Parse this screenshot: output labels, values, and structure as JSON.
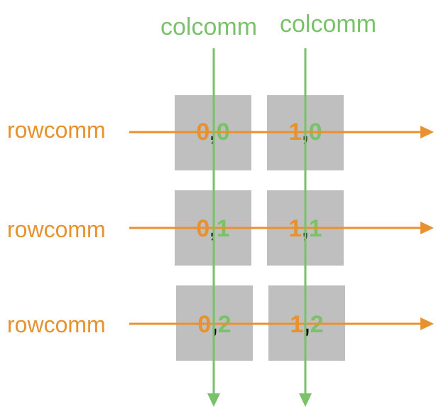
{
  "colors": {
    "row": "#e8912f",
    "col": "#7ac26a",
    "cell_bg": "#bfbfbf",
    "separator": "#000000"
  },
  "labels": {
    "col_comm": "colcomm",
    "row_comm": "rowcomm"
  },
  "grid": {
    "columns": [
      {
        "id": "0",
        "cells": [
          {
            "row": "0",
            "sep": ","
          },
          {
            "row": "1",
            "sep": ","
          },
          {
            "row": "2",
            "sep": ","
          }
        ]
      },
      {
        "id": "1",
        "cells": [
          {
            "row": "0",
            "sep": ","
          },
          {
            "row": "1",
            "sep": ","
          },
          {
            "row": "2",
            "sep": ","
          }
        ]
      }
    ]
  }
}
